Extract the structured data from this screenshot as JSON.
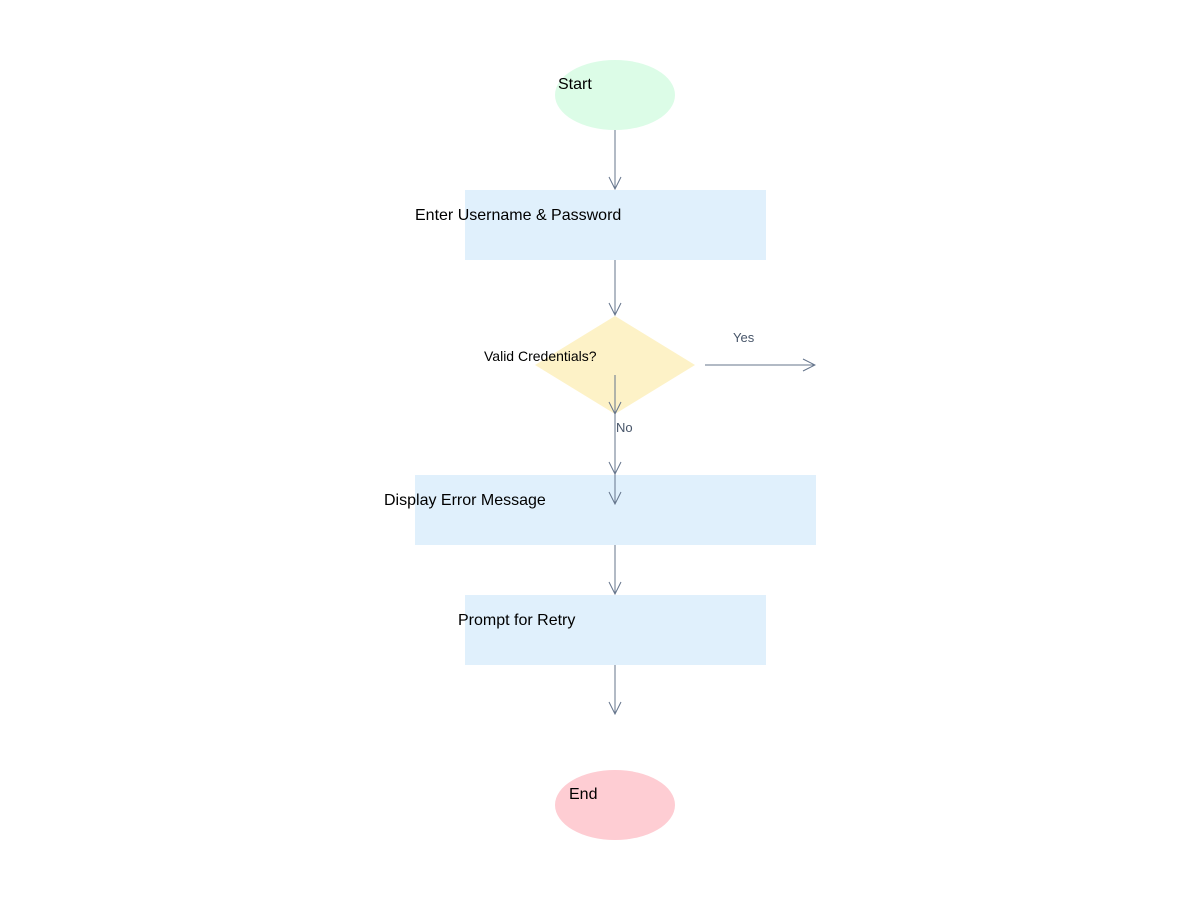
{
  "diagram": {
    "colors": {
      "start_fill": "#dcfce7",
      "process_fill": "#e0f0fc",
      "decision_fill": "#fdf2c7",
      "end_fill": "#fecdd3",
      "connector": "#64748b",
      "edge_label": "#475569"
    },
    "nodes": {
      "start": {
        "label": "Start",
        "shape": "ellipse"
      },
      "enter_credentials": {
        "label": "Enter Username & Password",
        "shape": "rectangle"
      },
      "valid_credentials": {
        "label": "Valid Credentials?",
        "shape": "diamond"
      },
      "display_error": {
        "label": "Display Error Message",
        "shape": "rectangle"
      },
      "prompt_retry": {
        "label": "Prompt for Retry",
        "shape": "rectangle"
      },
      "end": {
        "label": "End",
        "shape": "ellipse"
      }
    },
    "edges": {
      "yes_label": "Yes",
      "no_label": "No"
    }
  }
}
